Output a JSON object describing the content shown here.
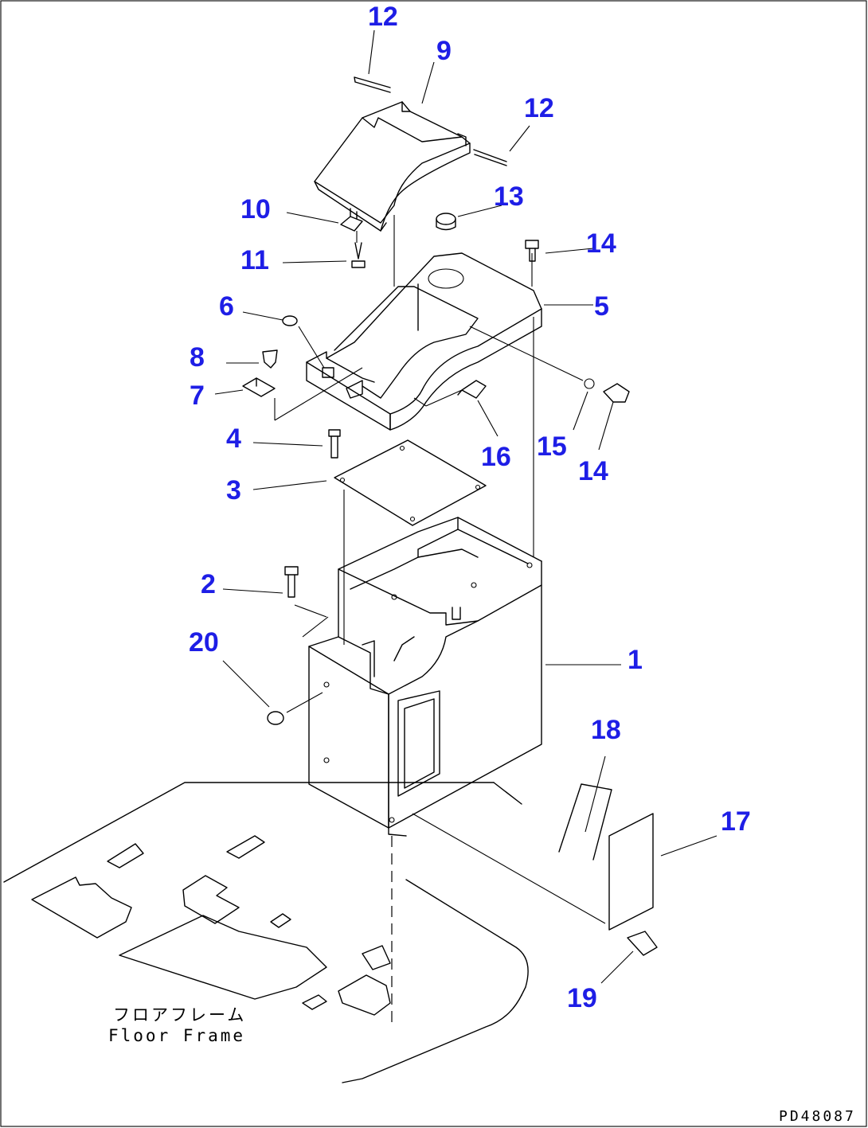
{
  "callouts": [
    {
      "id": "1",
      "label": "1"
    },
    {
      "id": "2",
      "label": "2"
    },
    {
      "id": "3",
      "label": "3"
    },
    {
      "id": "4",
      "label": "4"
    },
    {
      "id": "5",
      "label": "5"
    },
    {
      "id": "6",
      "label": "6"
    },
    {
      "id": "7",
      "label": "7"
    },
    {
      "id": "8",
      "label": "8"
    },
    {
      "id": "9",
      "label": "9"
    },
    {
      "id": "10",
      "label": "10"
    },
    {
      "id": "11",
      "label": "11"
    },
    {
      "id": "12a",
      "label": "12"
    },
    {
      "id": "12b",
      "label": "12"
    },
    {
      "id": "13",
      "label": "13"
    },
    {
      "id": "14a",
      "label": "14"
    },
    {
      "id": "14b",
      "label": "14"
    },
    {
      "id": "15",
      "label": "15"
    },
    {
      "id": "16",
      "label": "16"
    },
    {
      "id": "17",
      "label": "17"
    },
    {
      "id": "18",
      "label": "18"
    },
    {
      "id": "19",
      "label": "19"
    },
    {
      "id": "20",
      "label": "20"
    }
  ],
  "floor_frame": {
    "label_jp": "フロアフレーム",
    "label_en": "Floor Frame"
  },
  "drawing_code": "PD48087",
  "colors": {
    "callout": "#1e1ee6",
    "line": "#000000",
    "background": "#ffffff"
  }
}
